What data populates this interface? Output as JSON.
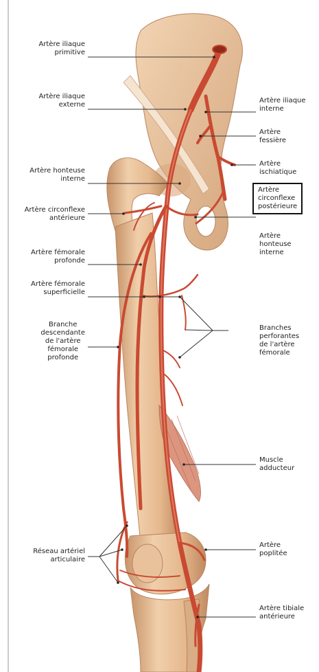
{
  "colors": {
    "bone": "#e8bf97",
    "bone_shadow": "#c8946a",
    "bone_highlight": "#f6dcc0",
    "artery": "#c94a32",
    "artery_dark": "#8f2a19",
    "artery_light": "#e07a5f",
    "muscle": "#d98b73",
    "leader": "#333333",
    "highlight_box": "#111111"
  },
  "labels": {
    "iliaque_primitive": [
      "Artère iliaque",
      "primitive"
    ],
    "iliaque_externe": [
      "Artère iliaque",
      "externe"
    ],
    "iliaque_interne": [
      "Artère iliaque",
      "interne"
    ],
    "fessiere": [
      "Artère",
      "fessière"
    ],
    "ischiatique": [
      "Artère",
      "ischiatique"
    ],
    "circonflexe_posterieure": [
      "Artère",
      "circonflexe",
      "postérieure"
    ],
    "honteuse_interne_left": [
      "Artère honteuse",
      "interne"
    ],
    "honteuse_interne_right": [
      "Artère",
      "honteuse",
      "interne"
    ],
    "circonflexe_anterieure": [
      "Artère circonflexe",
      "antérieure"
    ],
    "femorale_profonde": [
      "Artère fémorale",
      "profonde"
    ],
    "femorale_superficielle": [
      "Artère fémorale",
      "superficielle"
    ],
    "branche_descendante": [
      "Branche",
      "descendante",
      "de l'artère",
      "fémorale",
      "profonde"
    ],
    "branches_perforantes": [
      "Branches",
      "perforantes",
      "de l'artère",
      "fémorale"
    ],
    "muscle_adducteur": [
      "Muscle",
      "adducteur"
    ],
    "reseau_articulaire": [
      "Réseau artériel",
      "articulaire"
    ],
    "artere_poplitee": [
      "Artère",
      "poplitée"
    ],
    "tibiale_anterieure": [
      "Artère tibiale",
      "antérieure"
    ]
  }
}
